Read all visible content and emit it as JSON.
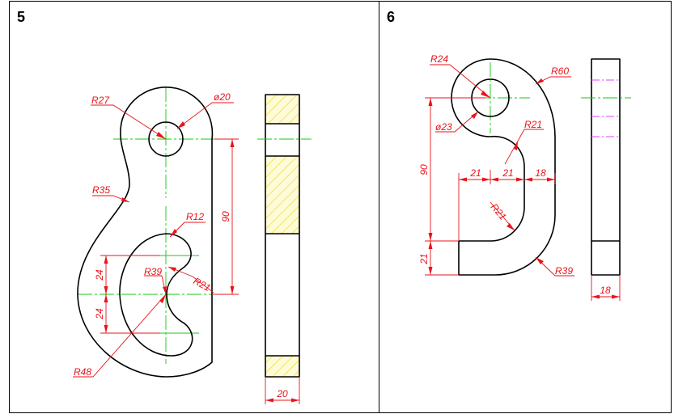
{
  "panels": [
    {
      "number": "5",
      "dims": {
        "r27": "R27",
        "phi20": "ø20",
        "r35": "R35",
        "r12": "R12",
        "d90": "90",
        "r39": "R39",
        "r21": "R21",
        "d24a": "24",
        "d24b": "24",
        "r48": "R48",
        "d20": "20"
      }
    },
    {
      "number": "6",
      "dims": {
        "r24": "R24",
        "r60": "R60",
        "phi23": "ø23",
        "r21top": "R21",
        "d90": "90",
        "d21a": "21",
        "d21b": "21",
        "d18": "18",
        "r21mid": "R21",
        "d21left": "21",
        "r39": "R39",
        "d18side": "18"
      }
    }
  ],
  "colors": {
    "dimension": "#e8141b",
    "centerline": "#14c814",
    "hatch": "#e6df2a",
    "hidden": "#e040ff",
    "outline": "#000000"
  }
}
